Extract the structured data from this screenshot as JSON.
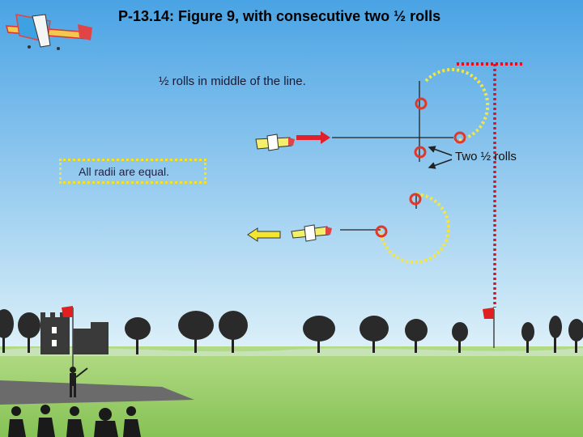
{
  "title": "P-13.14: Figure 9, with consecutive two ½ rolls",
  "subtitle": "½ rolls in middle of the line.",
  "note": "All radii are equal.",
  "roll_label": "Two ½ rolls",
  "colors": {
    "sky_top": "#4fa7e6",
    "sky_bottom": "#d9eef8",
    "ground": "#9ccf6a",
    "loop_dotted": "#f3e641",
    "judge_line": "#e01020",
    "roll_marker": "#e0382a",
    "arrow_entry": "#e0202a",
    "arrow_exit": "#f4e62e"
  },
  "icons": [
    "airplane-icon",
    "spectator-icon",
    "pilot-icon",
    "flag-icon",
    "tree-icon",
    "castle-icon"
  ]
}
